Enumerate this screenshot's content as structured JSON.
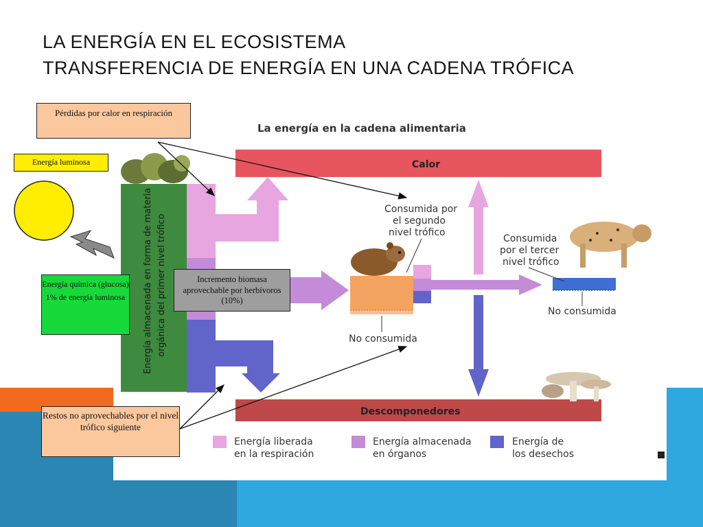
{
  "slide": {
    "title_line1": "LA ENERGÍA EN EL ECOSISTEMA",
    "title_line2": "TRANSFERENCIA DE ENERGÍA EN UNA CADENA TRÓFICA"
  },
  "callouts": {
    "perdidas": "Pérdidas por calor en respiración",
    "energia_luminosa": "Energía luminosa",
    "energia_quimica": "Energía química (glucosa)",
    "porcentaje": "1% de energía luminosa",
    "biomasa": "Incremento biomasa aprovechable por herbívoros (10%)",
    "restos": "Restos no aprovechables por el nivel trófico siguiente"
  },
  "diagram": {
    "title": "La energía en la cadena alimentaria",
    "calor": "Calor",
    "descomponedores": "Descomponedores",
    "vertical_line1": "Energía almacenada en forma de materia",
    "vertical_line2": "orgánica del primer nivel trófico",
    "consumida_segundo_1": "Consumida por",
    "consumida_segundo_2": "el segundo",
    "consumida_segundo_3": "nivel trófico",
    "consumida_tercer_1": "Consumida",
    "consumida_tercer_2": "por el tercer",
    "consumida_tercer_3": "nivel trófico",
    "no_consumida_1": "No consumida",
    "no_consumida_2": "No consumida",
    "legend": [
      {
        "line1": "Energía liberada",
        "line2": "en la respiración",
        "color": "#e7a6df"
      },
      {
        "line1": "Energía almacenada",
        "line2": "en órganos",
        "color": "#c48bd9"
      },
      {
        "line1": "Energía de",
        "line2": "los desechos",
        "color": "#6164c9"
      }
    ]
  },
  "colors": {
    "calor_bar": "#e7555e",
    "descomp_bar": "#bf4848",
    "green_column": "#3e8a3e",
    "pink": "#e7a6df",
    "violet": "#c48bd9",
    "blue": "#6164c9",
    "orange": "#f4a460",
    "sun": "#ffee00"
  }
}
